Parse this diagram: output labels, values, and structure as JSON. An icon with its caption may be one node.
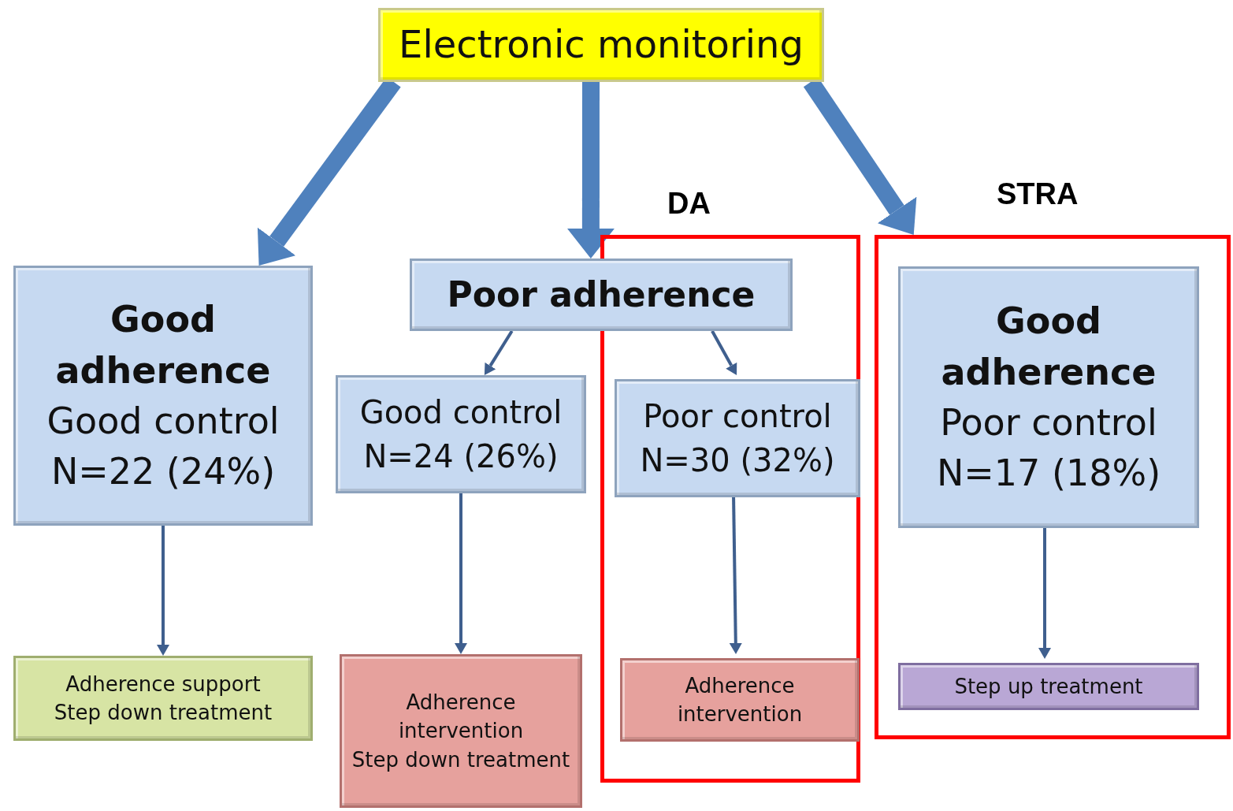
{
  "diagram": {
    "nodes": [
      {
        "text": [
          "Electronic monitoring"
        ]
      },
      {
        "text": [
          "Good adherence",
          "Good control N=22 (24%)"
        ]
      },
      {
        "text": [
          "Poor adherence"
        ]
      },
      {
        "text": [
          "Good control N=24 (26%)"
        ]
      },
      {
        "text": [
          "DA"
        ]
      },
      {
        "text": [
          "Poor control N=30 (32%)"
        ],
        "in": 4
      },
      {
        "text": [
          "STRA"
        ]
      },
      {
        "text": [
          "Good adherence",
          "Poor control N=17 (18%)"
        ],
        "in": 6
      },
      {
        "text": [
          "Adherence support",
          "Step down treatment"
        ]
      },
      {
        "text": [
          "Adherence intervention",
          "Step down treatment"
        ]
      },
      {
        "text": [
          "Adherence intervention"
        ],
        "in": 4
      },
      {
        "text": [
          "Step up treatment"
        ],
        "in": 6
      }
    ],
    "edges": [
      {
        "from": 0,
        "to": 1,
        "arrow": "to",
        "style": "thick"
      },
      {
        "from": 0,
        "to": 2,
        "arrow": "to",
        "style": "thick"
      },
      {
        "from": 0,
        "to": 6,
        "arrow": "to",
        "style": "thick"
      },
      {
        "from": 2,
        "to": 3,
        "arrow": "to"
      },
      {
        "from": 2,
        "to": 5,
        "arrow": "to"
      },
      {
        "from": 1,
        "to": 8,
        "arrow": "to"
      },
      {
        "from": 3,
        "to": 9,
        "arrow": "to"
      },
      {
        "from": 5,
        "to": 10,
        "arrow": "to"
      },
      {
        "from": 7,
        "to": 11,
        "arrow": "to"
      }
    ]
  }
}
